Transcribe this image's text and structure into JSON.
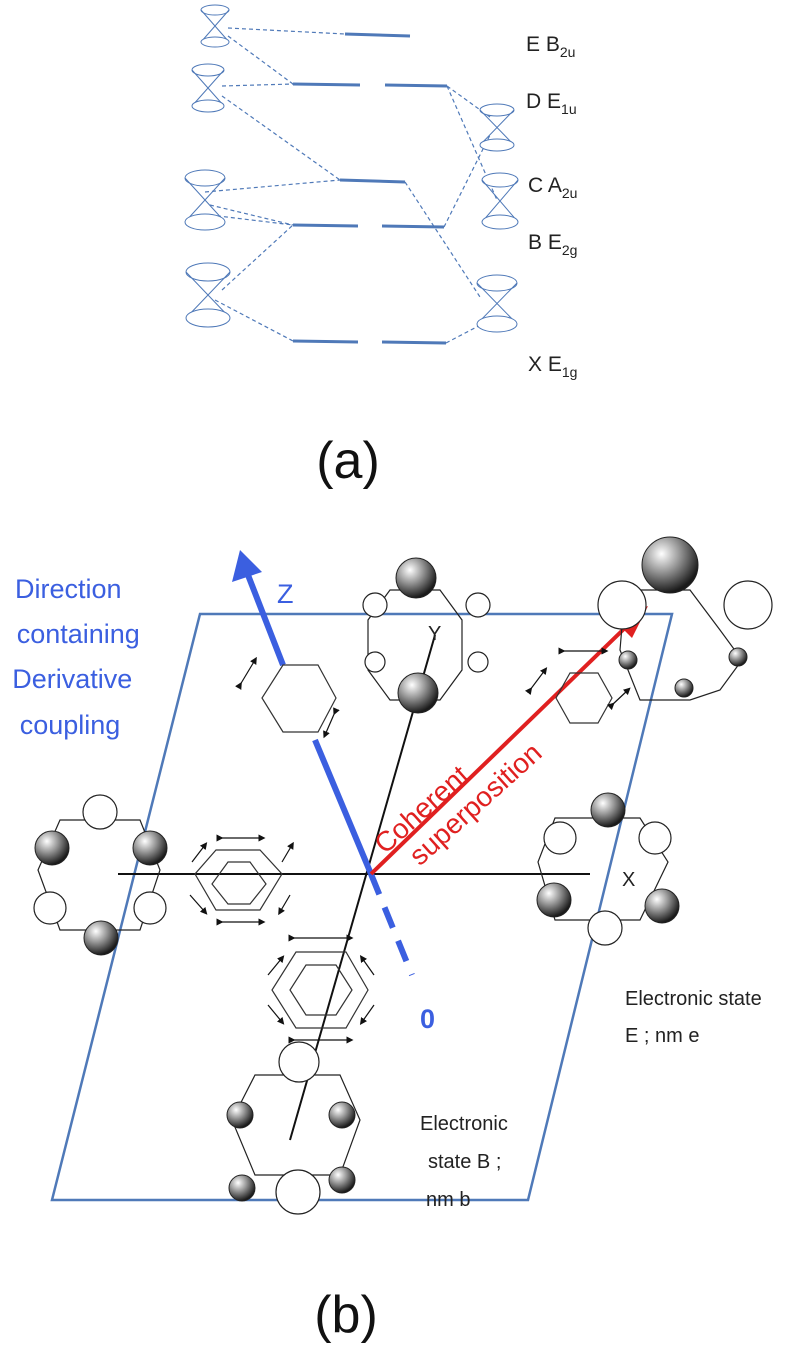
{
  "panel_a": {
    "caption": "(a)",
    "levels": [
      {
        "letter": "E",
        "sym": "B",
        "sub": "2u"
      },
      {
        "letter": "D",
        "sym": "E",
        "sub": "1u"
      },
      {
        "letter": "C",
        "sym": "A",
        "sub": "2u"
      },
      {
        "letter": "B",
        "sym": "E",
        "sub": "2g"
      },
      {
        "letter": "X",
        "sym": "E",
        "sub": "1g"
      }
    ]
  },
  "panel_b": {
    "caption": "(b)",
    "direction_label": [
      "Direction",
      "containing",
      "Derivative",
      "coupling"
    ],
    "z_label": "Z",
    "y_label": "Y",
    "x_label": "X",
    "zero_label": "0",
    "coherent_label": [
      "Coherent",
      "superposition"
    ],
    "state_e_label": [
      "Electronic state",
      "E ; nm e"
    ],
    "state_b_label": [
      "Electronic",
      "state  B ;",
      "nm  b"
    ],
    "colors": {
      "blue": "#3b5fe0",
      "red": "#e02020",
      "diagram_blue": "#4f79b8"
    }
  }
}
